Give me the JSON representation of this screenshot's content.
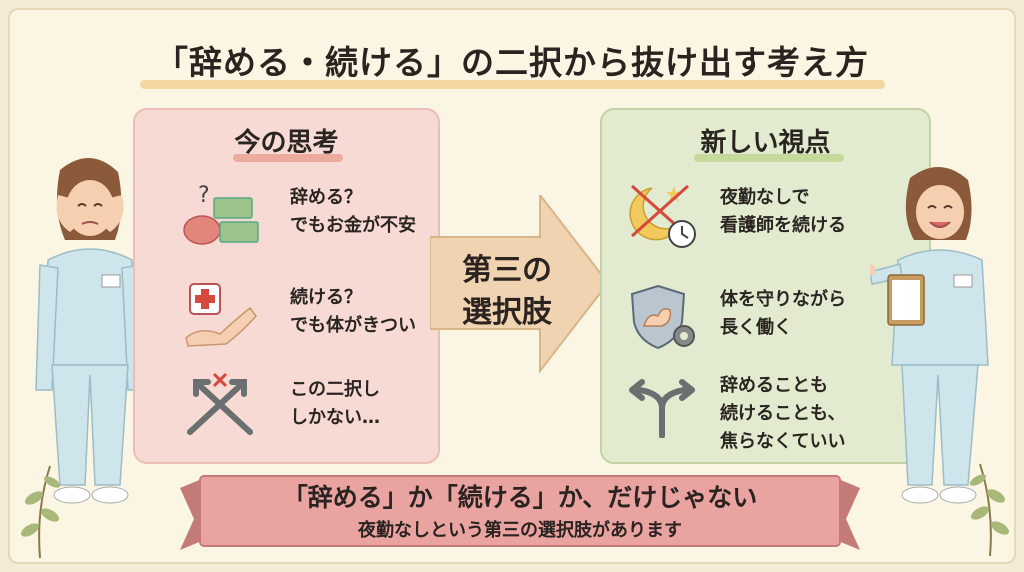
{
  "title": "「辞める・続ける」の二択から抜け出す考え方",
  "left_panel": {
    "heading": "今の思考",
    "items": [
      {
        "icon": "purse-money-question-icon",
        "lines": [
          "辞める？",
          "でもお金が不安"
        ]
      },
      {
        "icon": "first-aid-arm-icon",
        "lines": [
          "続ける？",
          "でも体がきつい"
        ]
      },
      {
        "icon": "crossed-arrows-icon",
        "lines": [
          "この二択し",
          "しかない…"
        ]
      }
    ]
  },
  "center_arrow": {
    "lines": [
      "第三の",
      "選択肢"
    ]
  },
  "right_panel": {
    "heading": "新しい視点",
    "items": [
      {
        "icon": "no-night-shift-clock-icon",
        "lines": [
          "夜勤なしで",
          "看護師を続ける"
        ]
      },
      {
        "icon": "shield-muscle-gear-icon",
        "lines": [
          "体を守りながら",
          "長く働く"
        ]
      },
      {
        "icon": "branching-arrows-icon",
        "lines": [
          "辞めることも",
          "続けることも、",
          "焦らなくていい"
        ]
      }
    ]
  },
  "banner": {
    "main": "「辞める」か「続ける」か、だけじゃない",
    "sub": "夜勤なしという第三の選択肢があります"
  },
  "colors": {
    "left_panel_bg": "#f7dad4",
    "right_panel_bg": "#e2ebcf",
    "arrow": "#f0d3b0",
    "banner": "#e9a3a0",
    "title_highlight": "#f2cf8f"
  }
}
